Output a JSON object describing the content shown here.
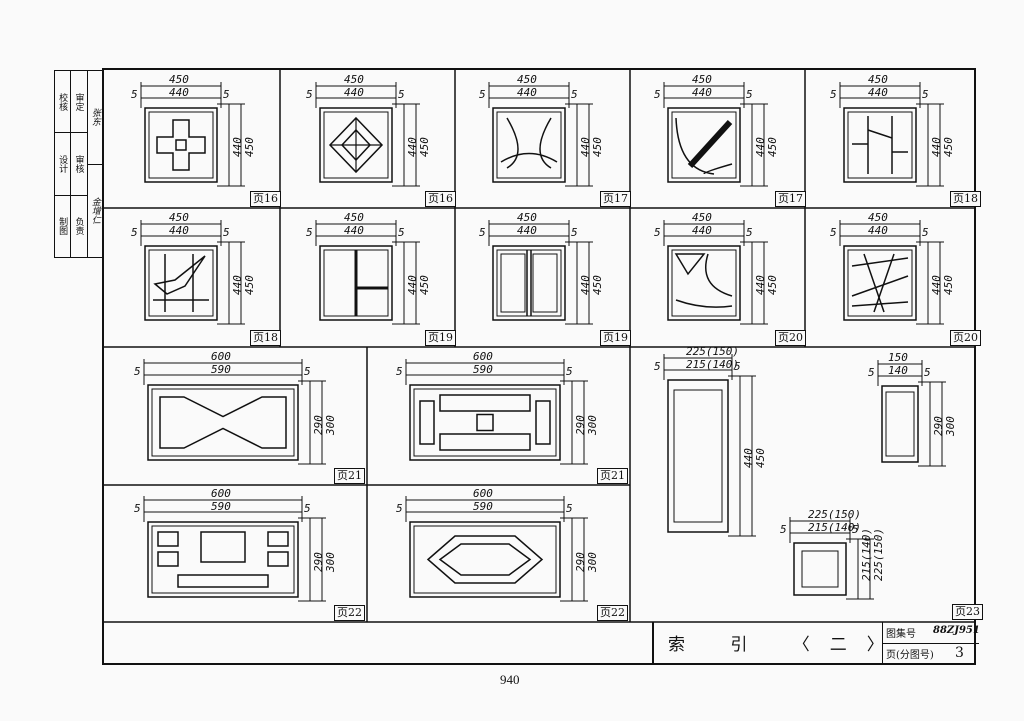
{
  "stamp_labels": [
    "校核",
    "设计",
    "制图",
    "审定",
    "审核",
    "负责"
  ],
  "signatures": [
    "张东",
    "金增仁"
  ],
  "title": "索 引 〈二〉",
  "drawing_no_label": "图集号",
  "drawing_no": "88ZJ951",
  "page_label": "页(分图号)",
  "page_no": "3",
  "footer_page": "940",
  "panels": [
    {
      "w": "450",
      "iw": "440",
      "h": "450",
      "ih": "440",
      "page": "页16"
    },
    {
      "w": "450",
      "iw": "440",
      "h": "450",
      "ih": "440",
      "page": "页16"
    },
    {
      "w": "450",
      "iw": "440",
      "h": "450",
      "ih": "440",
      "page": "页17"
    },
    {
      "w": "450",
      "iw": "440",
      "h": "450",
      "ih": "440",
      "page": "页17"
    },
    {
      "w": "450",
      "iw": "440",
      "h": "450",
      "ih": "440",
      "page": "页18"
    },
    {
      "w": "450",
      "iw": "440",
      "h": "450",
      "ih": "440",
      "page": "页18"
    },
    {
      "w": "450",
      "iw": "440",
      "h": "450",
      "ih": "440",
      "page": "页19"
    },
    {
      "w": "450",
      "iw": "440",
      "h": "450",
      "ih": "440",
      "page": "页19"
    },
    {
      "w": "450",
      "iw": "440",
      "h": "450",
      "ih": "440",
      "page": "页20"
    },
    {
      "w": "450",
      "iw": "440",
      "h": "450",
      "ih": "440",
      "page": "页20"
    },
    {
      "w": "600",
      "iw": "590",
      "h": "300",
      "ih": "290",
      "page": "页21"
    },
    {
      "w": "600",
      "iw": "590",
      "h": "300",
      "ih": "290",
      "page": "页21"
    },
    {
      "w": "600",
      "iw": "590",
      "h": "300",
      "ih": "290",
      "page": "页22"
    },
    {
      "w": "600",
      "iw": "590",
      "h": "300",
      "ih": "290",
      "page": "页22"
    }
  ],
  "tall_panel": {
    "w": "225(150)",
    "iw": "215(140)",
    "h": "450",
    "ih": "440"
  },
  "small_panel": {
    "w": "150",
    "iw": "140",
    "h": "300",
    "ih": "290"
  },
  "square_panel": {
    "w": "225(150)",
    "iw": "215(140)",
    "h": "225(150)",
    "ih": "215(140)"
  },
  "last_page": "页23",
  "edge_dim": "5"
}
